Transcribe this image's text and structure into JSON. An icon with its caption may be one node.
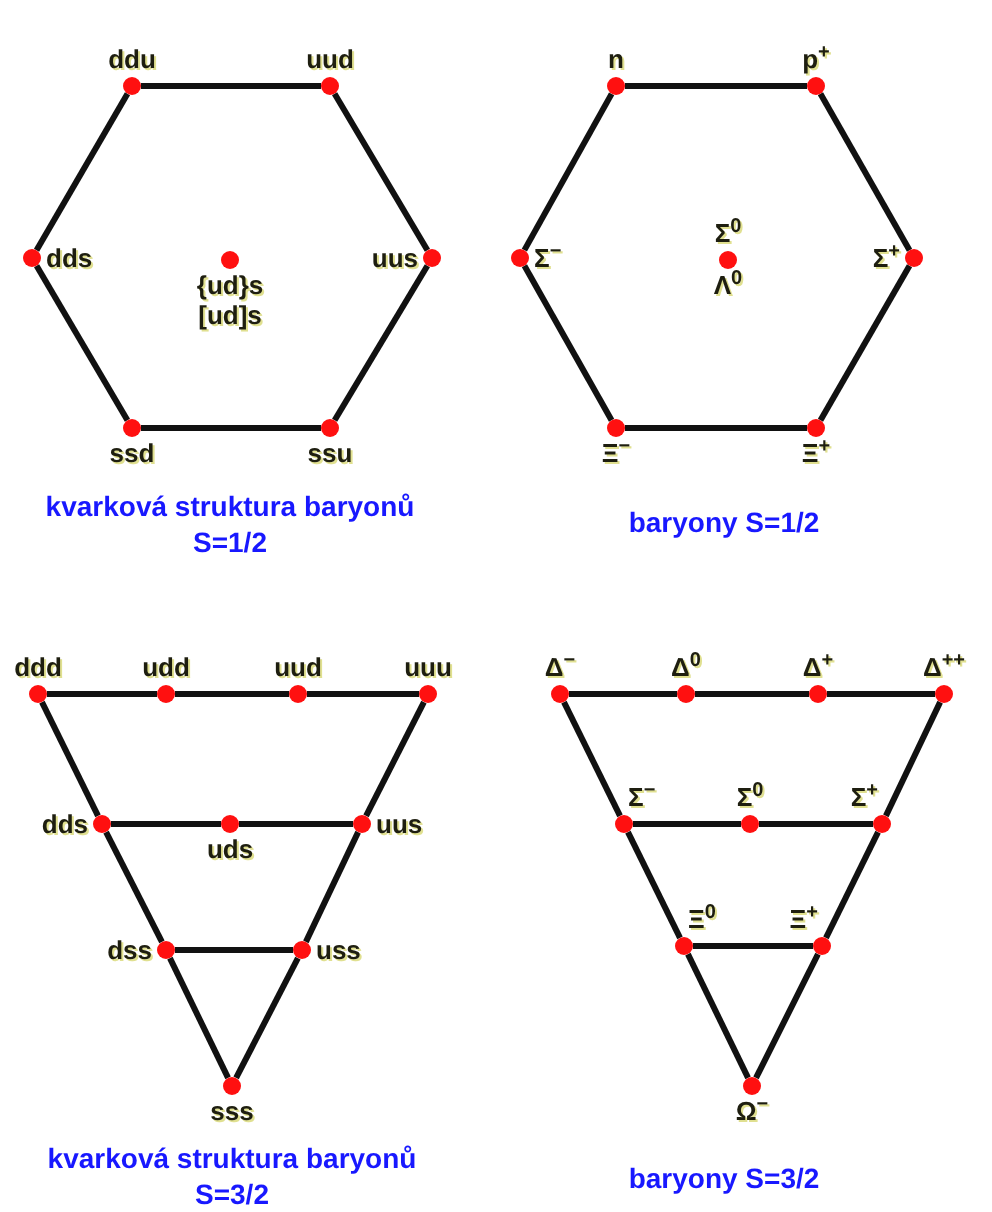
{
  "diagram": {
    "nodes": [
      {
        "text": [],
        "shape": "circle",
        "beside": [
          "ddu"
        ]
      },
      {
        "text": [],
        "shape": "circle",
        "beside": [
          "uud"
        ]
      },
      {
        "text": [],
        "shape": "circle",
        "beside": [
          "dds"
        ]
      },
      {
        "text": [],
        "shape": "circle",
        "beside": [
          "{ud}s",
          "[ud]s"
        ]
      },
      {
        "text": [],
        "shape": "circle",
        "beside": [
          "uus"
        ]
      },
      {
        "text": [],
        "shape": "circle",
        "beside": [
          "ssd"
        ]
      },
      {
        "text": [],
        "shape": "circle",
        "beside": [
          "ssu"
        ]
      },
      {
        "text": [],
        "shape": "circle",
        "beside": [
          "n"
        ]
      },
      {
        "text": [],
        "shape": "circle",
        "beside": [
          "p$^{+}$"
        ]
      },
      {
        "text": [],
        "shape": "circle",
        "beside": [
          "Σ$^{−}$"
        ]
      },
      {
        "text": [],
        "shape": "circle",
        "beside": [
          "Σ$^{0}$",
          "Λ$^{0}$"
        ]
      },
      {
        "text": [],
        "shape": "circle",
        "beside": [
          "Σ$^{+}$"
        ]
      },
      {
        "text": [],
        "shape": "circle",
        "beside": [
          "Ξ$^{−}$"
        ]
      },
      {
        "text": [],
        "shape": "circle",
        "beside": [
          "Ξ$^{+}$"
        ]
      },
      {
        "text": [],
        "shape": "circle",
        "beside": [
          "ddd"
        ]
      },
      {
        "text": [],
        "shape": "circle",
        "beside": [
          "udd"
        ]
      },
      {
        "text": [],
        "shape": "circle",
        "beside": [
          "uud"
        ]
      },
      {
        "text": [],
        "shape": "circle",
        "beside": [
          "uuu"
        ]
      },
      {
        "text": [],
        "shape": "circle",
        "beside": [
          "dds"
        ]
      },
      {
        "text": [],
        "shape": "circle",
        "beside": [
          "uds"
        ]
      },
      {
        "text": [],
        "shape": "circle",
        "beside": [
          "uus"
        ]
      },
      {
        "text": [],
        "shape": "circle",
        "beside": [
          "dss"
        ]
      },
      {
        "text": [],
        "shape": "circle",
        "beside": [
          "uss"
        ]
      },
      {
        "text": [],
        "shape": "circle",
        "beside": [
          "sss"
        ]
      },
      {
        "text": [],
        "shape": "circle",
        "beside": [
          "Δ$^{−}$"
        ]
      },
      {
        "text": [],
        "shape": "circle",
        "beside": [
          "Δ$^{0}$"
        ]
      },
      {
        "text": [],
        "shape": "circle",
        "beside": [
          "Δ$^{+}$"
        ]
      },
      {
        "text": [],
        "shape": "circle",
        "beside": [
          "Δ$^{++}$"
        ]
      },
      {
        "text": [],
        "shape": "circle",
        "beside": [
          "Σ$^{−}$"
        ]
      },
      {
        "text": [],
        "shape": "circle",
        "beside": [
          "Σ$^{0}$"
        ]
      },
      {
        "text": [],
        "shape": "circle",
        "beside": [
          "Σ$^{+}$"
        ]
      },
      {
        "text": [],
        "shape": "circle",
        "beside": [
          "Ξ$^{0}$"
        ]
      },
      {
        "text": [],
        "shape": "circle",
        "beside": [
          "Ξ$^{+}$"
        ]
      },
      {
        "text": [],
        "shape": "circle",
        "beside": [
          "Ω$^{−}$"
        ]
      }
    ],
    "edges": [
      {
        "from": 0,
        "to": 1,
        "arrow": "none"
      },
      {
        "from": 1,
        "to": 4,
        "arrow": "none"
      },
      {
        "from": 4,
        "to": 6,
        "arrow": "none"
      },
      {
        "from": 6,
        "to": 5,
        "arrow": "none"
      },
      {
        "from": 5,
        "to": 2,
        "arrow": "none"
      },
      {
        "from": 2,
        "to": 0,
        "arrow": "none"
      },
      {
        "from": 7,
        "to": 8,
        "arrow": "none"
      },
      {
        "from": 8,
        "to": 11,
        "arrow": "none"
      },
      {
        "from": 11,
        "to": 13,
        "arrow": "none"
      },
      {
        "from": 13,
        "to": 12,
        "arrow": "none"
      },
      {
        "from": 12,
        "to": 9,
        "arrow": "none"
      },
      {
        "from": 9,
        "to": 7,
        "arrow": "none"
      },
      {
        "from": 14,
        "to": 15,
        "arrow": "none"
      },
      {
        "from": 15,
        "to": 16,
        "arrow": "none"
      },
      {
        "from": 16,
        "to": 17,
        "arrow": "none"
      },
      {
        "from": 14,
        "to": 18,
        "arrow": "none"
      },
      {
        "from": 18,
        "to": 21,
        "arrow": "none"
      },
      {
        "from": 21,
        "to": 23,
        "arrow": "none"
      },
      {
        "from": 17,
        "to": 20,
        "arrow": "none"
      },
      {
        "from": 20,
        "to": 22,
        "arrow": "none"
      },
      {
        "from": 22,
        "to": 23,
        "arrow": "none"
      },
      {
        "from": 18,
        "to": 19,
        "arrow": "none"
      },
      {
        "from": 19,
        "to": 20,
        "arrow": "none"
      },
      {
        "from": 21,
        "to": 22,
        "arrow": "none"
      },
      {
        "from": 24,
        "to": 25,
        "arrow": "none"
      },
      {
        "from": 25,
        "to": 26,
        "arrow": "none"
      },
      {
        "from": 26,
        "to": 27,
        "arrow": "none"
      },
      {
        "from": 24,
        "to": 28,
        "arrow": "none"
      },
      {
        "from": 28,
        "to": 31,
        "arrow": "none"
      },
      {
        "from": 31,
        "to": 33,
        "arrow": "none"
      },
      {
        "from": 27,
        "to": 30,
        "arrow": "none"
      },
      {
        "from": 30,
        "to": 32,
        "arrow": "none"
      },
      {
        "from": 32,
        "to": 33,
        "arrow": "none"
      },
      {
        "from": 28,
        "to": 29,
        "arrow": "none"
      },
      {
        "from": 29,
        "to": 30,
        "arrow": "none"
      },
      {
        "from": 31,
        "to": 32,
        "arrow": "none"
      }
    ],
    "labels": [
      "kvarková struktura baryonů S=1/2",
      "baryony S=1/2",
      "kvarková struktura baryonů S=3/2",
      "baryony S=3/2"
    ]
  }
}
